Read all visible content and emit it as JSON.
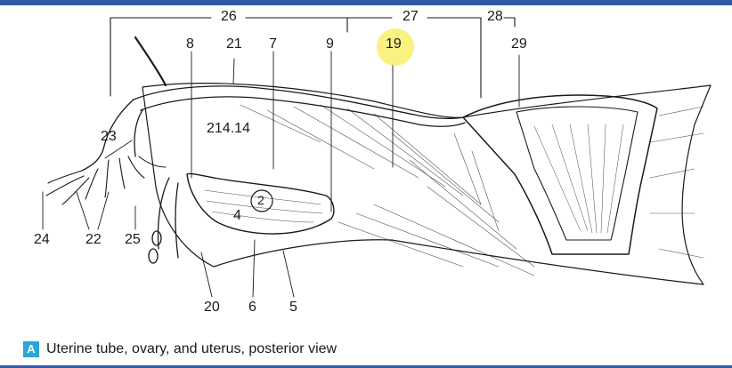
{
  "labels": {
    "l26": "26",
    "l27": "27",
    "l28": "28",
    "l8": "8",
    "l21": "21",
    "l7": "7",
    "l9": "9",
    "l19": "19",
    "l29": "29",
    "l23": "23",
    "l214": "214.14",
    "l2": "2",
    "l4": "4",
    "l24": "24",
    "l22": "22",
    "l25": "25",
    "l20": "20",
    "l6": "6",
    "l5": "5"
  },
  "highlight": {
    "label": "19",
    "color": "#f7ec55"
  },
  "caption": {
    "badge": "A",
    "text": "Uterine tube, ovary, and uterus, posterior view"
  },
  "colors": {
    "rule": "#2f5aa8",
    "badge": "#2aa6d8",
    "ink": "#1a1a1a"
  }
}
